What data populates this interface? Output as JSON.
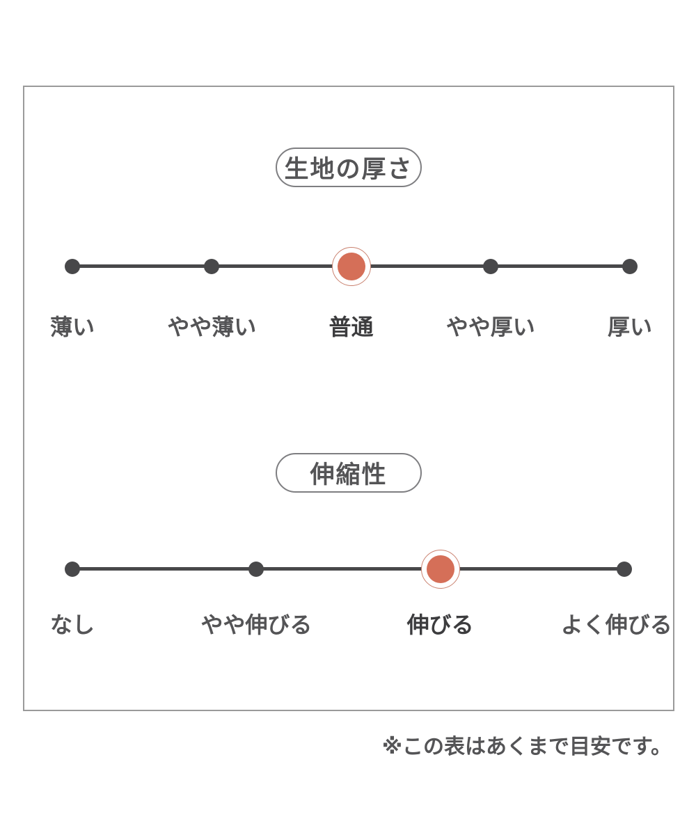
{
  "colors": {
    "line": "#48484a",
    "dot": "#48484a",
    "selected_dot": "#d56f58",
    "selected_ring": "#c9806e",
    "box_border": "#9a9a9a",
    "pill_border": "#7e7e81",
    "text": "#545456",
    "selected_text": "#3c3c3e"
  },
  "footnote": "※この表はあくまで目安です。",
  "chart_data": [
    {
      "type": "rating-scale",
      "title": "生地の厚さ",
      "categories": [
        "薄い",
        "やや薄い",
        "普通",
        "やや厚い",
        "厚い"
      ],
      "selected_index": 2,
      "selected_value": "普通",
      "layout": "horizontal-dot-scale, selected point highlighted in orange with ring"
    },
    {
      "type": "rating-scale",
      "title": "伸縮性",
      "categories": [
        "なし",
        "やや伸びる",
        "伸びる",
        "よく伸びる"
      ],
      "selected_index": 2,
      "selected_value": "伸びる",
      "layout": "horizontal-dot-scale, selected point highlighted in orange with ring"
    }
  ]
}
